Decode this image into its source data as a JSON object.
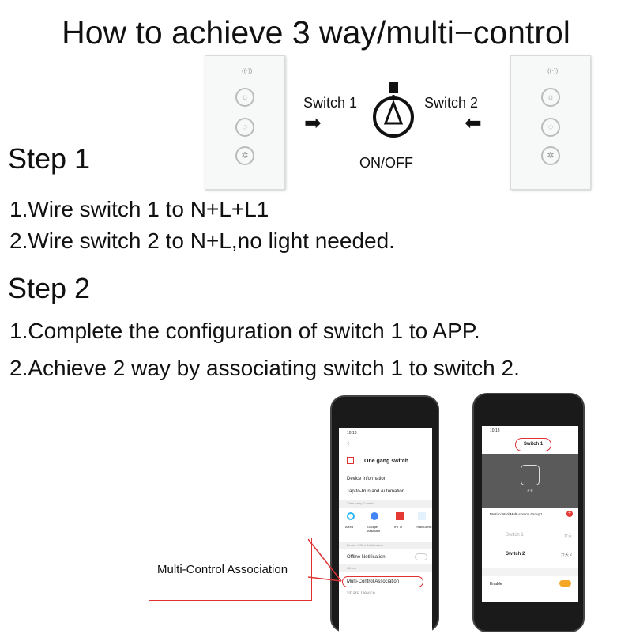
{
  "title": "How to achieve 3 way/multi−control",
  "diagram": {
    "switch1_label": "Switch 1",
    "switch2_label": "Switch 2",
    "bulb_label": "ON/OFF"
  },
  "step1": {
    "heading": "Step 1",
    "lines": [
      "1.Wire switch 1 to N+L+L1",
      "2.Wire switch 2 to N+L,no light needed."
    ]
  },
  "step2": {
    "heading": "Step 2",
    "lines": [
      "1.Complete the configuration of switch 1 to APP.",
      "2.Achieve 2 way by associating switch 1 to switch 2."
    ]
  },
  "callout": "Multi-Control Association",
  "phone1": {
    "time": "10:18",
    "device": "One gang switch",
    "items": [
      "Device Information",
      "Tap-to-Run and Automation"
    ],
    "section_third": "Third-party Control",
    "services": [
      "Alexa",
      "Google Assistant",
      "IFTTT",
      "Tmall Genie"
    ],
    "section_offline": "Device Offline Notification",
    "offline": "Offline Notification",
    "section_others": "Others",
    "multi": "Multi-Control Association",
    "share": "Share Device"
  },
  "phone2": {
    "time": "10:18",
    "title": "Switch 1",
    "device_caption": "开关",
    "group": "Multi-control:Multi-control Group1",
    "switches": [
      {
        "name": "Switch 1",
        "value": "开关"
      },
      {
        "name": "Switch 2",
        "value": "开关 2"
      }
    ],
    "enable": "Enable",
    "enable_on": true
  },
  "colors": {
    "accent_red": "#d33333",
    "toggle": "#f5a623"
  }
}
